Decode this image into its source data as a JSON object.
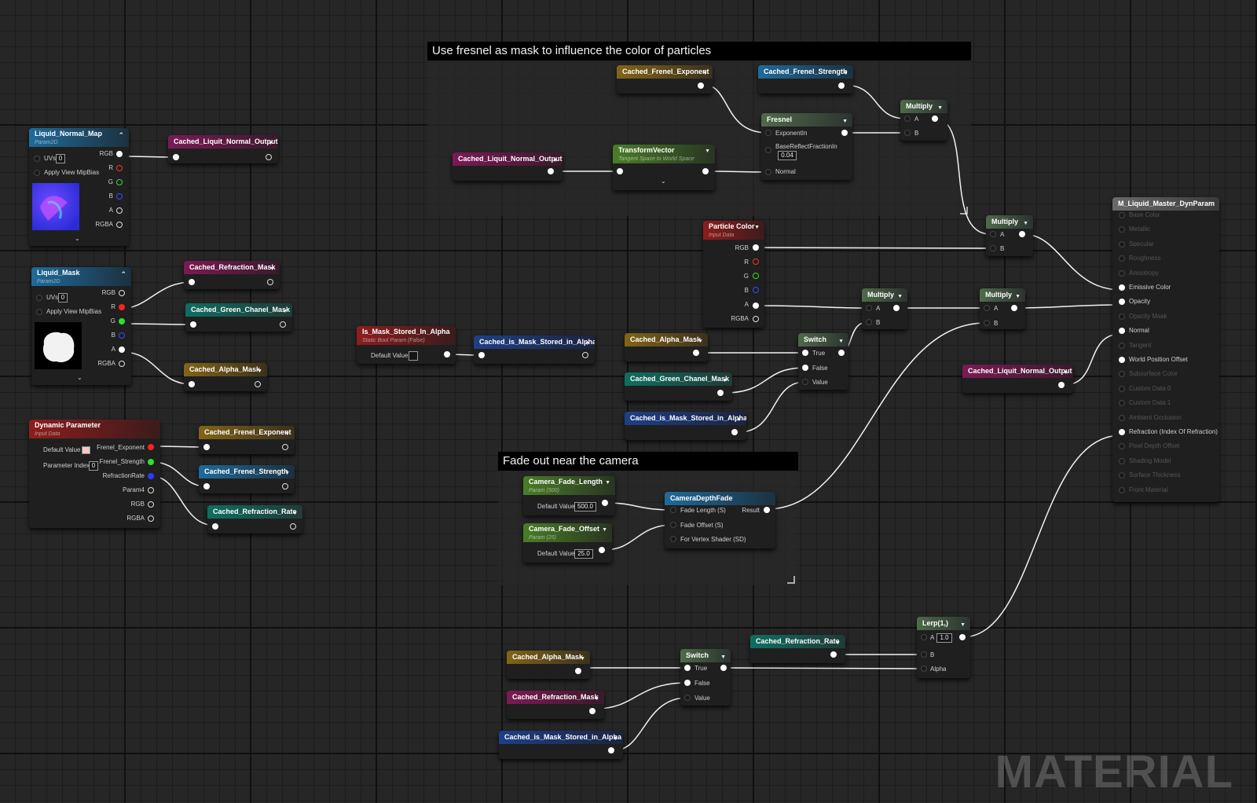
{
  "comments": [
    {
      "id": "fresnel-comment",
      "title": "Use fresnel as mask to influence the color of particles"
    },
    {
      "id": "fade-comment",
      "title": "Fade out near the camera"
    }
  ],
  "nodes": {
    "liquid_normal_map": {
      "title": "Liquid_Normal_Map",
      "sub": "Param2D",
      "uvs_label": "UVs",
      "uvs_value": "0",
      "mip_label": "Apply View MipBias",
      "pins": [
        "RGB",
        "R",
        "G",
        "B",
        "A",
        "RGBA"
      ]
    },
    "liquid_mask": {
      "title": "Liquid_Mask",
      "sub": "Param2D",
      "uvs_label": "UVs",
      "uvs_value": "0",
      "mip_label": "Apply View MipBias",
      "pins": [
        "RGB",
        "R",
        "G",
        "B",
        "A",
        "RGBA"
      ]
    },
    "dynamic_parameter": {
      "title": "Dynamic Parameter",
      "sub": "Input Data",
      "default_label": "Default Value",
      "index_label": "Parameter Index",
      "index_value": "0",
      "pins": [
        "Frenel_Exponent",
        "Frenel_Strength",
        "RefractionRate",
        "Param4",
        "RGB",
        "RGBA"
      ]
    },
    "cached_normal_out_1": {
      "title": "Cached_Liquit_Normal_Output"
    },
    "cached_refraction_mask_1": {
      "title": "Cached_Refraction_Mask"
    },
    "cached_green_mask_1": {
      "title": "Cached_Green_Chanel_Mask"
    },
    "cached_alpha_mask_1": {
      "title": "Cached_Alpha_Mask"
    },
    "cached_frenel_exp_1": {
      "title": "Cached_Frenel_Exponent"
    },
    "cached_frenel_str_1": {
      "title": "Cached_Frenel_Strength"
    },
    "cached_refraction_rate_1": {
      "title": "Cached_Refraction_Rate"
    },
    "is_mask_stored": {
      "title": "Is_Mask_Stored_In_Alpha",
      "sub": "Static Bool Param (False)",
      "default_label": "Default Value"
    },
    "cached_is_mask_1": {
      "title": "Cached_is_Mask_Stored_in_Alpha"
    },
    "cached_frenel_exp_2": {
      "title": "Cached_Frenel_Exponent"
    },
    "cached_frenel_str_2": {
      "title": "Cached_Frenel_Strength"
    },
    "cached_normal_out_2": {
      "title": "Cached_Liquit_Normal_Output"
    },
    "transform_vector": {
      "title": "TransformVector",
      "sub": "Tangent Space to World Space"
    },
    "fresnel": {
      "title": "Fresnel",
      "pins": [
        "ExponentIn",
        "BaseReflectFractionIn",
        "Normal"
      ],
      "base_value": "0.04"
    },
    "multiply_1": {
      "title": "Multiply",
      "pins": [
        "A",
        "B"
      ]
    },
    "multiply_2": {
      "title": "Multiply",
      "pins": [
        "A",
        "B"
      ]
    },
    "multiply_3": {
      "title": "Multiply",
      "pins": [
        "A",
        "B"
      ]
    },
    "multiply_4": {
      "title": "Multiply",
      "pins": [
        "A",
        "B"
      ]
    },
    "particle_color": {
      "title": "Particle Color",
      "sub": "Input Data",
      "pins": [
        "RGB",
        "R",
        "G",
        "B",
        "A",
        "RGBA"
      ]
    },
    "cached_alpha_mask_2": {
      "title": "Cached_Alpha_Mask"
    },
    "cached_green_mask_2": {
      "title": "Cached_Green_Chanel_Mask"
    },
    "cached_is_mask_2": {
      "title": "Cached_is_Mask_Stored_in_Alpha"
    },
    "switch_1": {
      "title": "Switch",
      "pins": [
        "True",
        "False",
        "Value"
      ]
    },
    "cached_normal_out_3": {
      "title": "Cached_Liquit_Normal_Output"
    },
    "master": {
      "title": "M_Liquid_Master_DynParam",
      "pins": [
        "Base Color",
        "Metallic",
        "Specular",
        "Roughness",
        "Anisotropy",
        "Emissive Color",
        "Opacity",
        "Opacity Mask",
        "Normal",
        "Tangent",
        "World Position Offset",
        "Subsurface Color",
        "Custom Data 0",
        "Custom Data 1",
        "Ambient Occlusion",
        "Refraction (Index Of Refraction)",
        "Pixel Depth Offset",
        "Shading Model",
        "Surface Thickness",
        "Front Material"
      ]
    },
    "camera_fade_length": {
      "title": "Camera_Fade_Length",
      "sub": "Param (500)",
      "default_label": "Default Value",
      "value": "500.0"
    },
    "camera_fade_offset": {
      "title": "Camera_Fade_Offset",
      "sub": "Param (25)",
      "default_label": "Default Value",
      "value": "25.0"
    },
    "camera_depth_fade": {
      "title": "CameraDepthFade",
      "pins": [
        "Fade Length (S)",
        "Fade Offset (S)",
        "For Vertex Shader (SD)"
      ],
      "out": "Result"
    },
    "cached_alpha_mask_3": {
      "title": "Cached_Alpha_Mask"
    },
    "cached_refraction_mask_2": {
      "title": "Cached_Refraction_Mask"
    },
    "cached_is_mask_3": {
      "title": "Cached_is_Mask_Stored_in_Alpha"
    },
    "switch_2": {
      "title": "Switch",
      "pins": [
        "True",
        "False",
        "Value"
      ]
    },
    "cached_refraction_rate_2": {
      "title": "Cached_Refraction_Rate"
    },
    "lerp": {
      "title": "Lerp(1,)",
      "pins": [
        "A",
        "B",
        "Alpha"
      ],
      "a_value": "1.0"
    }
  },
  "watermark": "MATERIAL",
  "colors": {
    "pink": "#7b1a54",
    "teal": "#0f6e60",
    "gold": "#826418",
    "blue": "#1f3f86",
    "sky": "#1f6a9a",
    "red": "#8e1d1d",
    "green": "#4a7d27"
  }
}
